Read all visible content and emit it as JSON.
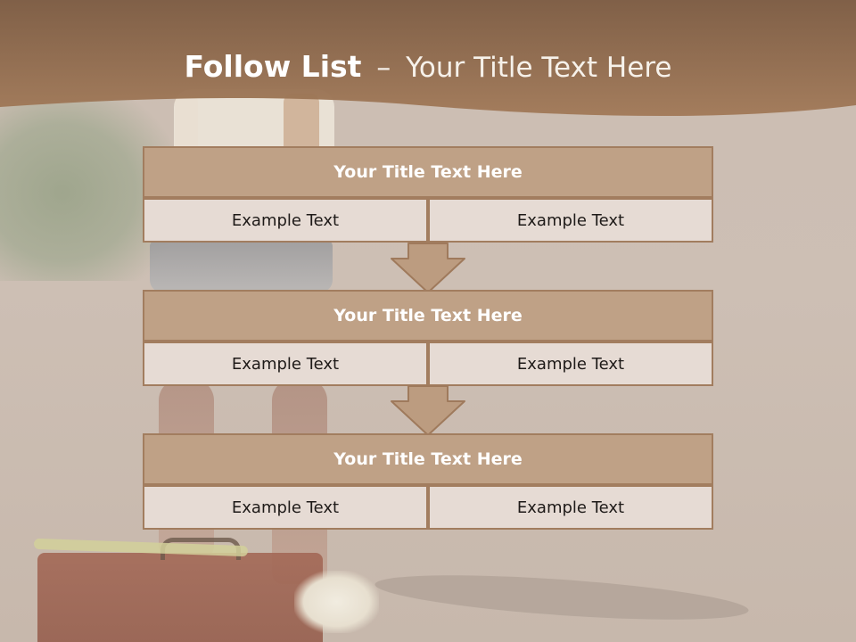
{
  "slide": {
    "title_bold": "Follow List",
    "title_separator": "–",
    "title_rest": "Your Title Text Here"
  },
  "items": [
    {
      "title": "Your Title Text Here",
      "left_text": "Example Text",
      "right_text": "Example Text"
    },
    {
      "title": "Your Title Text Here",
      "left_text": "Example Text",
      "right_text": "Example Text"
    },
    {
      "title": "Your Title Text Here",
      "left_text": "Example Text",
      "right_text": "Example Text"
    }
  ],
  "colors": {
    "header_band": "#8f6a4d",
    "box_header": "#bfa186",
    "box_border": "#a27d5f",
    "box_cell": "#e6dbd4",
    "arrow_fill": "#bc9c80"
  },
  "icons": {
    "arrow": "down-arrow-icon"
  }
}
